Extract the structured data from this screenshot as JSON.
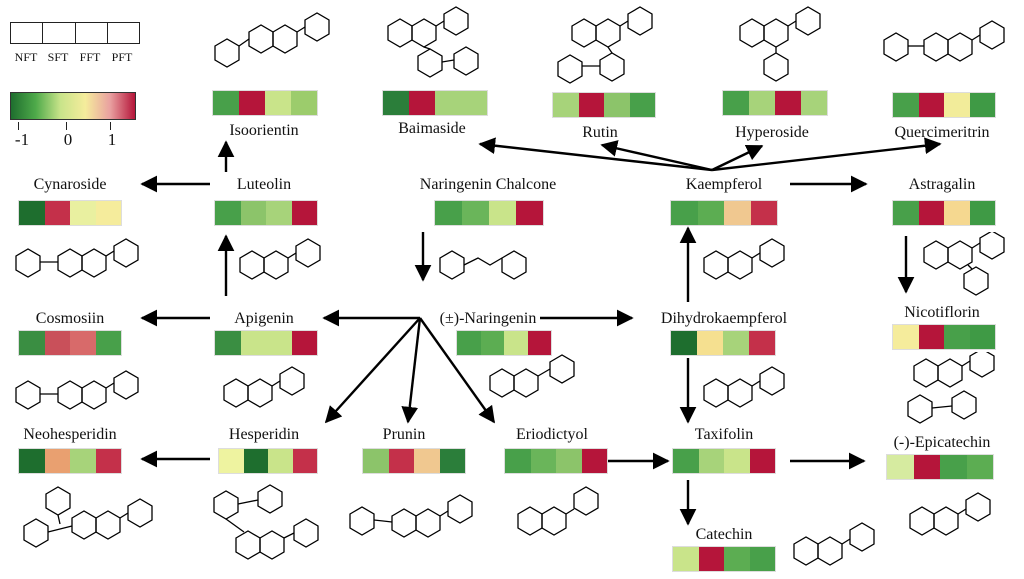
{
  "legend": {
    "samples": [
      "NFT",
      "SFT",
      "FFT",
      "PFT"
    ],
    "scale_ticks": [
      "-1",
      "0",
      "1"
    ],
    "scale_colors": [
      "#1e6e2e",
      "#4faa4a",
      "#c9e48a",
      "#f5ec9c",
      "#e9a0a0",
      "#b5153a"
    ]
  },
  "nodes": [
    {
      "id": "isoorientin",
      "label": "Isoorientin",
      "cells": [
        "#48a04a",
        "#b5153a",
        "#c9e48a",
        "#9ccc6c"
      ]
    },
    {
      "id": "baimaside",
      "label": "Baimaside",
      "cells": [
        "#2b7e3a",
        "#b5153a",
        "#a7d37a",
        "#a7d37a"
      ]
    },
    {
      "id": "rutin",
      "label": "Rutin",
      "cells": [
        "#a7d37a",
        "#b5153a",
        "#8cc46a",
        "#48a04a"
      ]
    },
    {
      "id": "hyperoside",
      "label": "Hyperoside",
      "cells": [
        "#48a04a",
        "#a7d37a",
        "#b5153a",
        "#a7d37a"
      ]
    },
    {
      "id": "quercimeritrin",
      "label": "Quercimeritrin",
      "cells": [
        "#48a04a",
        "#b5153a",
        "#f2ec9a",
        "#3f9a45"
      ]
    },
    {
      "id": "cynaroside",
      "label": "Cynaroside",
      "cells": [
        "#1e6e2e",
        "#c4304a",
        "#e9f0a0",
        "#f5ec9c"
      ]
    },
    {
      "id": "luteolin",
      "label": "Luteolin",
      "cells": [
        "#48a04a",
        "#8cc46a",
        "#a7d37a",
        "#b5153a"
      ]
    },
    {
      "id": "naringenin-chalcone",
      "label": "Naringenin Chalcone",
      "cells": [
        "#48a04a",
        "#6ab55a",
        "#c9e48a",
        "#b5153a"
      ]
    },
    {
      "id": "kaempferol",
      "label": "Kaempferol",
      "cells": [
        "#48a04a",
        "#5cad52",
        "#f0c890",
        "#c4304a"
      ]
    },
    {
      "id": "astragalin",
      "label": "Astragalin",
      "cells": [
        "#48a04a",
        "#b5153a",
        "#f5d890",
        "#3f9a45"
      ]
    },
    {
      "id": "cosmosiin",
      "label": "Cosmosiin",
      "cells": [
        "#3a8e42",
        "#c9505a",
        "#d86a6a",
        "#48a04a"
      ]
    },
    {
      "id": "apigenin",
      "label": "Apigenin",
      "cells": [
        "#3a8e42",
        "#c9e48a",
        "#c9e48a",
        "#b5153a"
      ]
    },
    {
      "id": "naringenin",
      "label": "(±)-Naringenin",
      "cells": [
        "#48a04a",
        "#5cad52",
        "#c9e48a",
        "#b5153a"
      ]
    },
    {
      "id": "dihydrokaempferol",
      "label": "Dihydrokaempferol",
      "cells": [
        "#1e6e2e",
        "#f5e090",
        "#a7d37a",
        "#c4304a"
      ]
    },
    {
      "id": "nicotiflorin",
      "label": "Nicotiflorin",
      "cells": [
        "#f5ec9c",
        "#b5153a",
        "#48a04a",
        "#3f9a45"
      ]
    },
    {
      "id": "neohesperidin",
      "label": "Neohesperidin",
      "cells": [
        "#1e6e2e",
        "#e9a070",
        "#a7d37a",
        "#c4304a"
      ]
    },
    {
      "id": "hesperidin",
      "label": "Hesperidin",
      "cells": [
        "#eef3a0",
        "#1e6e2e",
        "#c9e48a",
        "#c4304a"
      ]
    },
    {
      "id": "prunin",
      "label": "Prunin",
      "cells": [
        "#8cc46a",
        "#c4304a",
        "#f0c890",
        "#2b7e3a"
      ]
    },
    {
      "id": "eriodictyol",
      "label": "Eriodictyol",
      "cells": [
        "#48a04a",
        "#6ab55a",
        "#8cc46a",
        "#b5153a"
      ]
    },
    {
      "id": "taxifolin",
      "label": "Taxifolin",
      "cells": [
        "#48a04a",
        "#a7d37a",
        "#c9e48a",
        "#b5153a"
      ]
    },
    {
      "id": "epicatechin",
      "label": "(-)-Epicatechin",
      "cells": [
        "#d6eba0",
        "#b5153a",
        "#48a04a",
        "#5cad52"
      ]
    },
    {
      "id": "catechin",
      "label": "Catechin",
      "cells": [
        "#c9e48a",
        "#b5153a",
        "#5cad52",
        "#48a04a"
      ]
    }
  ]
}
